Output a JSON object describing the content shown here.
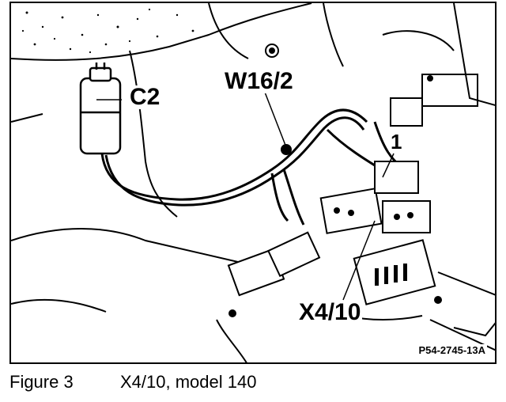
{
  "figure": {
    "labels": {
      "c2": "C2",
      "w16_2": "W16/2",
      "one": "1",
      "x4_10": "X4/10"
    },
    "reference_code": "P54-2745-13A"
  },
  "caption": {
    "figure_number": "Figure 3",
    "text": "X4/10, model 140"
  }
}
